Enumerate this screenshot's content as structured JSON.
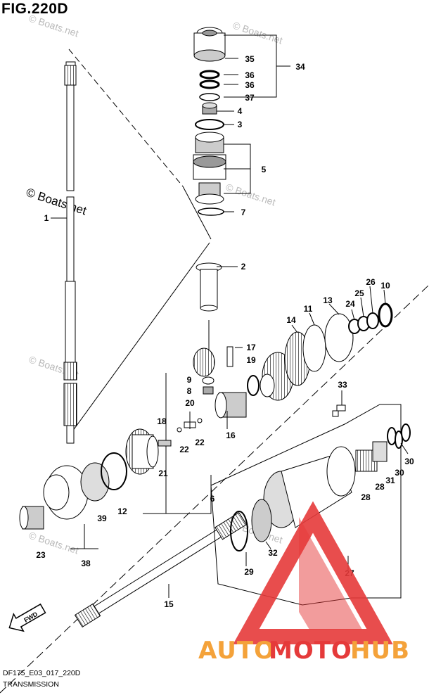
{
  "figure": {
    "title": "FIG.220D",
    "model_code": "DF175_E03_017_220D",
    "section_name": "TRANSMISSION"
  },
  "watermarks": {
    "boats_strong": "© Boats.net",
    "boats_faint": "© Boats.net"
  },
  "logo": {
    "brand_part1": "AUTO",
    "brand_part2": "MOTO",
    "brand_part3": "HUB",
    "colors": {
      "orange": "#f4a23a",
      "red": "#e53a3a"
    }
  },
  "fwd_label": "FWD",
  "callouts": [
    "1",
    "2",
    "3",
    "4",
    "5",
    "6",
    "7",
    "8",
    "9",
    "10",
    "11",
    "12",
    "13",
    "14",
    "15",
    "16",
    "17",
    "18",
    "19",
    "20",
    "21",
    "22",
    "22",
    "23",
    "24",
    "25",
    "26",
    "27",
    "28",
    "28",
    "29",
    "30",
    "30",
    "31",
    "32",
    "33",
    "34",
    "35",
    "36",
    "36",
    "37",
    "38",
    "39"
  ]
}
